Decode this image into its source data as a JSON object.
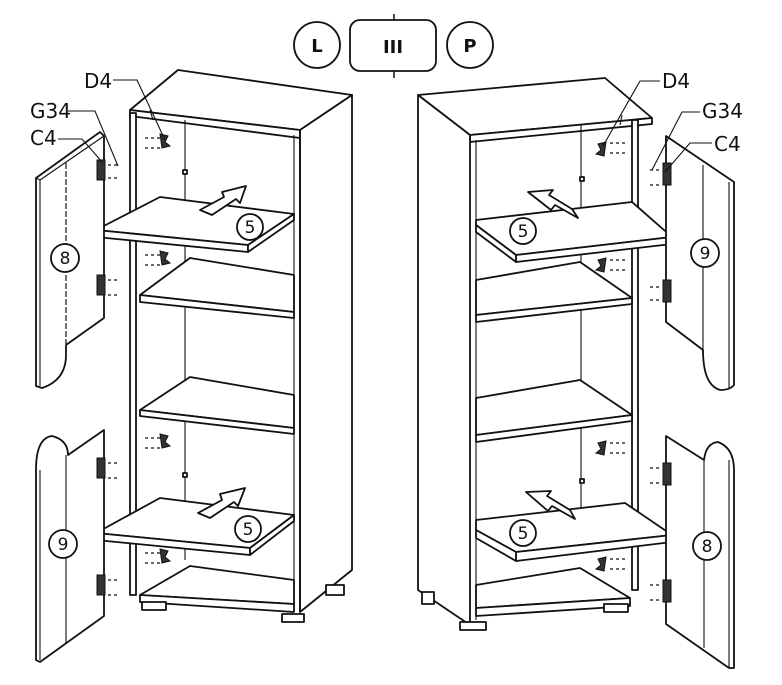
{
  "header": {
    "left_badge": "L",
    "center_badge": "III",
    "right_badge": "P"
  },
  "left_view": {
    "part_labels": {
      "cam": "D4",
      "screw": "G34",
      "hinge": "C4"
    },
    "shelf_upper": "5",
    "shelf_lower": "5",
    "door_upper": "8",
    "door_lower": "9"
  },
  "right_view": {
    "part_labels": {
      "cam": "D4",
      "screw": "G34",
      "hinge": "C4"
    },
    "shelf_upper": "5",
    "shelf_lower": "5",
    "door_upper": "9",
    "door_lower": "8"
  }
}
